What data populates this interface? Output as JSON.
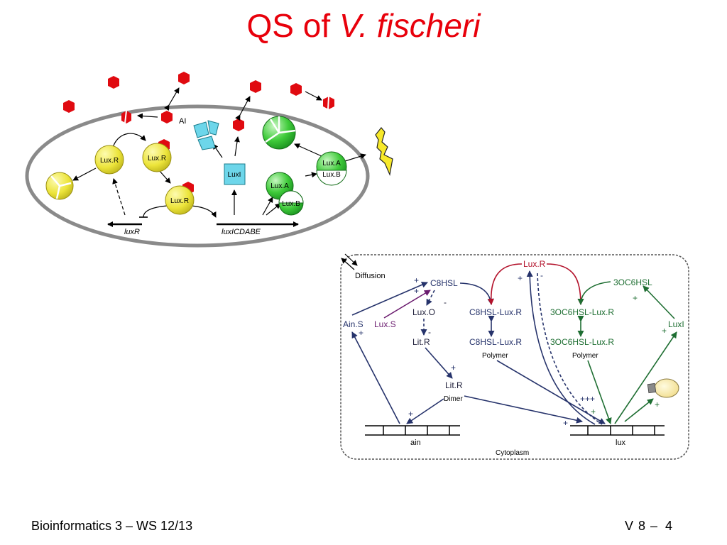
{
  "title": {
    "prefix": "QS of ",
    "species": "V. fischeri"
  },
  "footer": {
    "course": "Bioinformatics 3 – WS 12/13",
    "lecture": "V 8 –",
    "page": "4"
  },
  "cell_diagram": {
    "ai_label": "AI",
    "luxr_labels": [
      "Lux.R",
      "Lux.R",
      "Lux.R"
    ],
    "luxi_label": "LuxI",
    "luxa_label": "Lux.A",
    "luxb_label": "Lux.B",
    "luxa2_label": "Lux.A",
    "luxb2_label": "Lux.B",
    "gene_luxr": "luxR",
    "gene_operon": "luxICDABE"
  },
  "network": {
    "diffusion": "Diffusion",
    "c8hsl": "C8HSL",
    "luxr": "Lux.R",
    "oc6hsl": "3OC6HSL",
    "ains": "Ain.S",
    "luxs": "Lux.S",
    "luxo": "Lux.O",
    "c8hsl_luxr": "C8HSL-Lux.R",
    "oc6hsl_luxr": "3OC6HSL-Lux.R",
    "luxi": "LuxI",
    "litr1": "Lit.R",
    "c8hsl_luxr2": "C8HSL-Lux.R",
    "polymer1": "Polymer",
    "oc6hsl_luxr2": "3OC6HSL-Lux.R",
    "polymer2": "Polymer",
    "litr2": "Lit.R",
    "dimer": "Dimer",
    "ain_gene": "ain",
    "lux_gene": "lux",
    "cytoplasm": "Cytoplasm",
    "signs": {
      "plus": "+",
      "minus": "-",
      "triple_plus": "+++"
    }
  }
}
